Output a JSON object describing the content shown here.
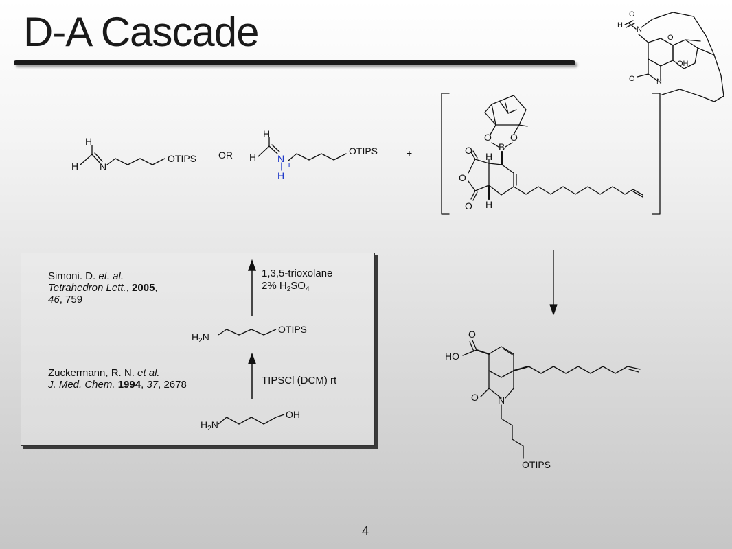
{
  "slide": {
    "title": "D-A Cascade",
    "page_number": "4"
  },
  "top_scheme": {
    "imine_h1": "H",
    "imine_h2": "H",
    "imine_n": "N",
    "imine_otips": "OTIPS",
    "or_label": "OR",
    "iminium_h1": "H",
    "iminium_h2": "H",
    "iminium_n": "N",
    "iminium_plus": "+",
    "iminium_nh": "H",
    "iminium_otips": "OTIPS",
    "plus_sign": "+",
    "diene_o1": "O",
    "diene_o2": "O",
    "diene_b": "B",
    "diene_h_top": "H",
    "diene_h_bottom": "H",
    "diene_anhydride_o1": "O",
    "diene_anhydride_o2": "O",
    "diene_anhydride_o3": "O"
  },
  "product": {
    "acid_o": "O",
    "acid_ho": "HO",
    "lactam_o": "O",
    "lactam_n": "N",
    "otips": "OTIPS"
  },
  "corner_molecule": {
    "h": "H",
    "n1": "N",
    "o1": "O",
    "o2": "O",
    "oh": "OH",
    "o3": "O",
    "n2": "N"
  },
  "box": {
    "ref1_line1": "Simoni. D.",
    "ref1_etal": "et. al.",
    "ref1_journal": "Tetrahedron Lett.",
    "ref1_year": "2005",
    "ref1_volume": "46",
    "ref1_page": ", 759",
    "ref2_line1": "Zuckermann, R. N.",
    "ref2_etal": "et al.",
    "ref2_journal": "J. Med. Chem.",
    "ref2_year": "1994",
    "ref2_volume": "37",
    "ref2_page": ", 2678",
    "cond1_line1": "1,3,5-trioxolane",
    "cond1_line2_pre": "2% H",
    "cond1_sub1": "2",
    "cond1_mid": "SO",
    "cond1_sub2": "4",
    "cond2": "TIPSCl (DCM) rt",
    "amine_top_h": "H",
    "amine_top_sub": "2",
    "amine_top_n": "N",
    "amine_top_otips": "OTIPS",
    "amine_bot_h": "H",
    "amine_bot_sub": "2",
    "amine_bot_n": "N",
    "amine_bot_oh": "OH"
  }
}
